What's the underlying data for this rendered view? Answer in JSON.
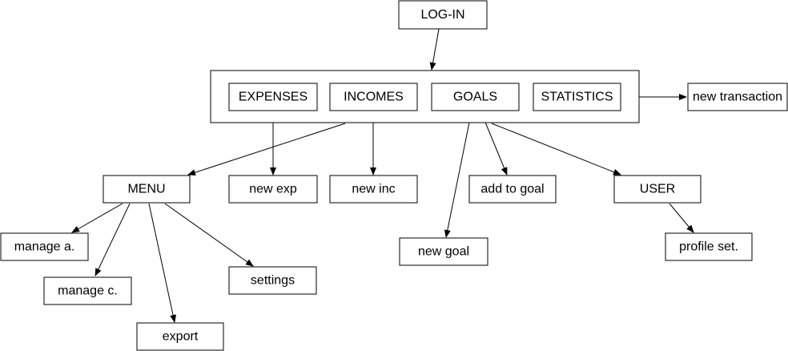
{
  "nodes": {
    "login": "LOG-IN",
    "expenses": "EXPENSES",
    "incomes": "INCOMES",
    "goals": "GOALS",
    "statistics": "STATISTICS",
    "new_transaction": "new transaction",
    "menu": "MENU",
    "new_exp": "new exp",
    "new_inc": "new inc",
    "add_to_goal": "add to goal",
    "user": "USER",
    "manage_a": "manage a.",
    "manage_c": "manage c.",
    "settings": "settings",
    "export": "export",
    "new_goal": "new goal",
    "profile_set": "profile set."
  },
  "edges": [
    [
      "login",
      "main_container"
    ],
    [
      "main_container",
      "new_transaction"
    ],
    [
      "main_container",
      "menu"
    ],
    [
      "expenses",
      "new_exp"
    ],
    [
      "incomes",
      "new_inc"
    ],
    [
      "goals",
      "new_goal"
    ],
    [
      "goals",
      "add_to_goal"
    ],
    [
      "main_container",
      "user"
    ],
    [
      "menu",
      "manage_a"
    ],
    [
      "menu",
      "manage_c"
    ],
    [
      "menu",
      "export"
    ],
    [
      "menu",
      "settings"
    ],
    [
      "user",
      "profile_set"
    ]
  ]
}
